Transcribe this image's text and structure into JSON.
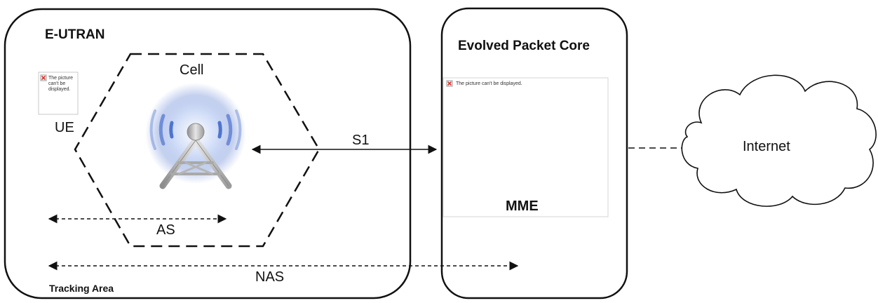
{
  "eutran": {
    "title": "E-UTRAN",
    "footer": "Tracking Area"
  },
  "cell": {
    "label": "Cell"
  },
  "ue": {
    "label": "UE",
    "placeholder_text_lines": [
      "The picture",
      "can't be",
      "displayed."
    ]
  },
  "links": {
    "s1": "S1",
    "as": "AS",
    "nas": "NAS"
  },
  "epc": {
    "title": "Evolved Packet Core",
    "mme_label": "MME",
    "placeholder_text": "The picture can't be displayed."
  },
  "internet": {
    "label": "Internet"
  },
  "icons": {
    "tower": "radio-tower-icon",
    "broken_image": "broken-image-icon",
    "cloud": "cloud-icon"
  },
  "colors": {
    "stroke": "#111111",
    "tower_glow": "#3a63c8",
    "tower_metal": "#b9b9b9",
    "broken_x": "#d0342c"
  }
}
